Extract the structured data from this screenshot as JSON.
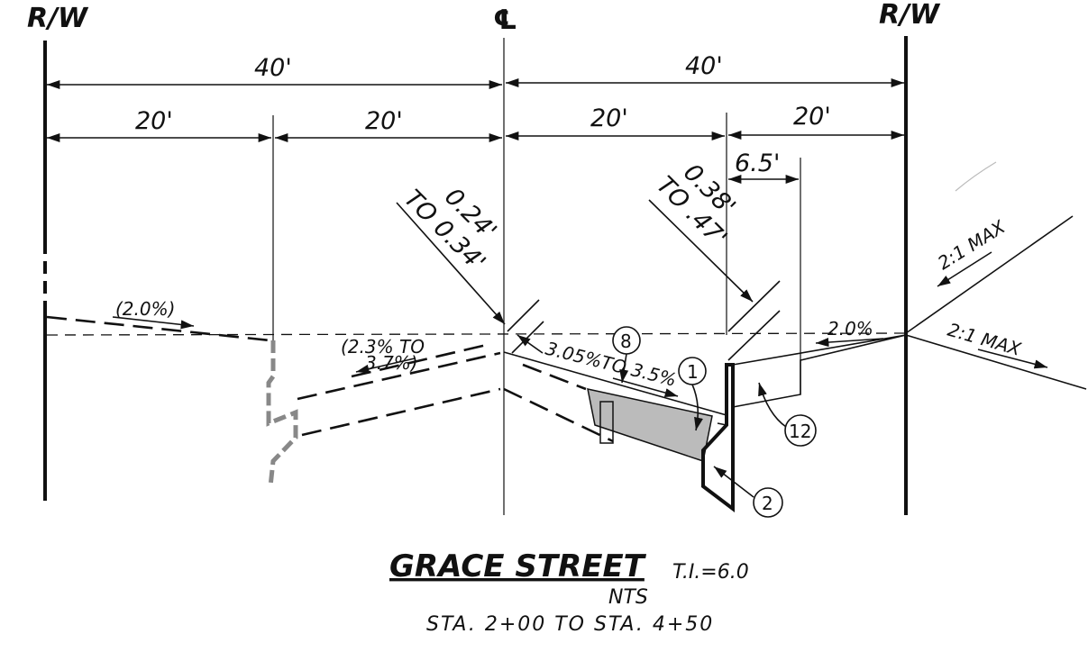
{
  "labels": {
    "rw_left": "R/W",
    "rw_right": "R/W",
    "centerline": "℄",
    "dim_half_left": "40'",
    "dim_half_right": "40'",
    "dim_q1": "20'",
    "dim_q2": "20'",
    "dim_q3": "20'",
    "dim_q4": "20'",
    "dim_curb_offset": "6.5'",
    "note_left_depth_a": "0.24'",
    "note_left_depth_b": "TO 0.34'",
    "note_right_depth_a": "0.38'",
    "note_right_depth_b": "TO .47'",
    "slope_left_outer": "(2.0%)",
    "slope_left_inner_a": "(2.3% TO",
    "slope_left_inner_b": "3.7%)",
    "slope_right_main": "3.05%TO 3.5%",
    "slope_parkway": "2.0%",
    "slope_upper": "2:1 MAX",
    "slope_lower": "2:1 MAX",
    "callout_8": "8",
    "callout_1": "1",
    "callout_12": "12",
    "callout_2": "2"
  },
  "footer": {
    "street_name": "GRACE STREET",
    "traffic_index": "T.I.=6.0",
    "scale": "NTS",
    "stations": "STA. 2+00 TO STA. 4+50"
  },
  "colors": {
    "ink": "#111111",
    "section_fill": "#bbbbbb",
    "grey_dash": "#888888"
  }
}
